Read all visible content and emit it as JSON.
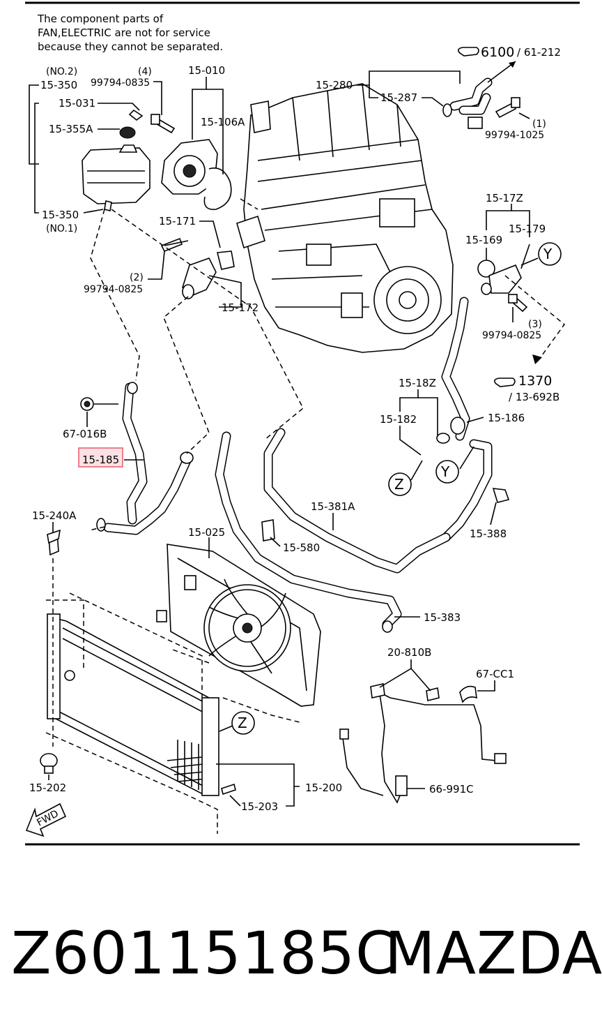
{
  "note": {
    "line1": "The component parts of",
    "line2": "FAN,ELECTRIC are not for service",
    "line3": "because they cannot be separated."
  },
  "labels": {
    "no2": "(NO.2)",
    "p15_350_top": "15-350",
    "q4": "(4)",
    "b99794_0835": "99794-0835",
    "p15_010": "15-010",
    "p15_280": "15-280",
    "p15_287": "15-287",
    "ref6100_num": "6100",
    "ref6100_page": "/ 61-212",
    "q1": "(1)",
    "b99794_1025": "99794-1025",
    "p15_031": "15-031",
    "p15_355A": "15-355A",
    "p15_106A": "15-106A",
    "p15_350_bottom": "15-350",
    "no1": "(NO.1)",
    "p15_171": "15-171",
    "q2": "(2)",
    "b99794_0825a": "99794-0825",
    "p15_172": "15-172",
    "p15_17Z": "15-17Z",
    "p15_169": "15-169",
    "p15_179": "15-179",
    "q3": "(3)",
    "b99794_0825b": "99794-0825",
    "ref1370_num": "1370",
    "ref1370_page": "/ 13-692B",
    "p15_18Z": "15-18Z",
    "p15_182": "15-182",
    "p15_186": "15-186",
    "p67_016B": "67-016B",
    "p15_185": "15-185",
    "p15_240A": "15-240A",
    "p15_381A": "15-381A",
    "p15_580": "15-580",
    "p15_388": "15-388",
    "p15_025": "15-025",
    "p15_383": "15-383",
    "p20_810B": "20-810B",
    "p67_CC1": "67-CC1",
    "p15_202": "15-202",
    "p15_200": "15-200",
    "p15_203": "15-203",
    "p66_991C": "66-991C",
    "fwd": "FWD",
    "circle_y1": "Y",
    "circle_y2": "Y",
    "circle_z1": "Z",
    "circle_z2": "Z"
  },
  "highlight": {
    "part": "15-185",
    "color": "#e65b6a"
  },
  "footer": {
    "part_number": "Z60115185C",
    "brand": "MAZDA"
  }
}
